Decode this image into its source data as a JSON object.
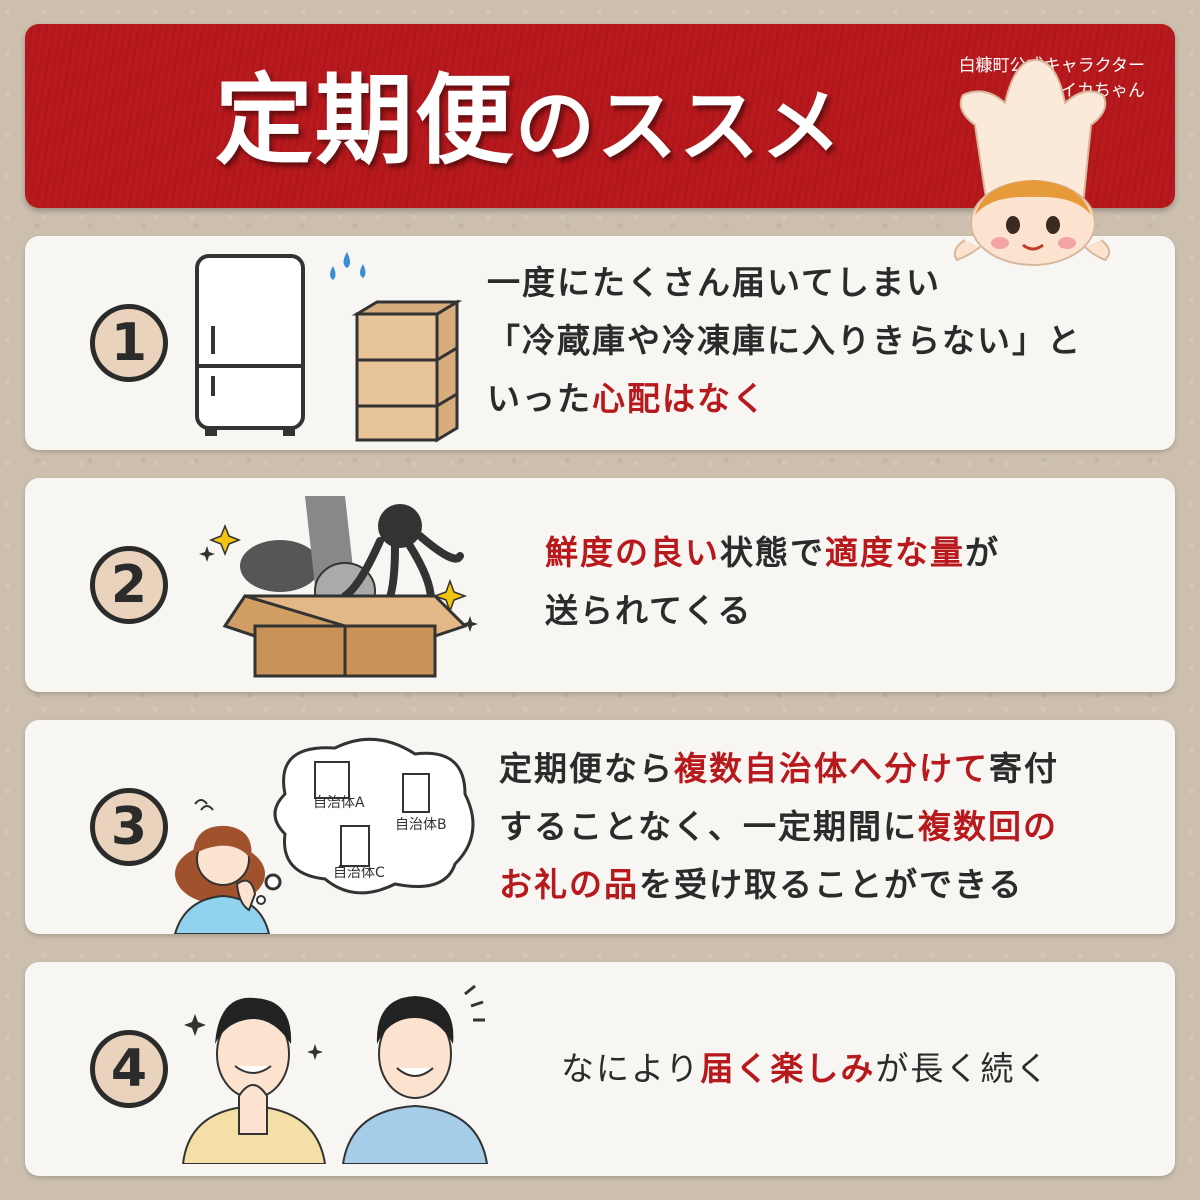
{
  "banner": {
    "title_main": "定期便",
    "title_sub": "のススメ",
    "mascot_label_1": "白糠町公式キャラクター",
    "mascot_label_2": "メイカちゃん"
  },
  "items": [
    {
      "number": "1",
      "line1": "一度にたくさん届いてしまい",
      "line2": "「冷蔵庫や冷凍庫に入りきらない」と",
      "line3_a": "いった",
      "line3_b": "心配はなく"
    },
    {
      "number": "2",
      "line1_a": "鮮度の良い",
      "line1_b": "状態で",
      "line1_c": "適度な量",
      "line1_d": "が",
      "line2": "送られてくる"
    },
    {
      "number": "3",
      "line1_a": "定期便なら",
      "line1_b": "複数自治体へ分けて",
      "line1_c": "寄付",
      "line2_a": "することなく、一定期間に",
      "line2_b": "複数回の",
      "line3_a": "お礼の品",
      "line3_b": "を受け取ることができる",
      "bubble": [
        "自治体A",
        "自治体B",
        "自治体C"
      ]
    },
    {
      "number": "4",
      "line1_a": "なにより",
      "line1_b": "届く楽しみ",
      "line1_c": "が長く続く"
    }
  ],
  "colors": {
    "accent_red": "#b8191d",
    "banner_red": "#b8191d",
    "number_fill": "#ead3bd",
    "background": "#cdbfae"
  }
}
